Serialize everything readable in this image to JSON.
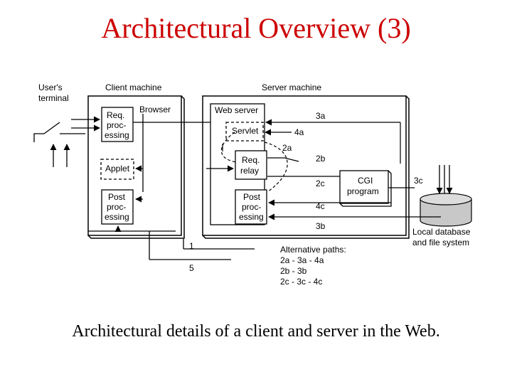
{
  "title": "Architectural Overview (3)",
  "caption": "Architectural details of a client and server in the Web.",
  "diagram": {
    "users_terminal": [
      "User's",
      "terminal"
    ],
    "client_machine": "Client machine",
    "server_machine": "Server machine",
    "browser": "Browser",
    "req_processing": [
      "Req.",
      "proc-",
      "essing"
    ],
    "applet": "Applet",
    "post_processing": [
      "Post",
      "proc-",
      "essing"
    ],
    "web_server": "Web server",
    "servlet": "Servlet",
    "req_relay": [
      "Req.",
      "relay"
    ],
    "post_processing_server": [
      "Post",
      "proc-",
      "essing"
    ],
    "cgi_program": [
      "CGI",
      "program"
    ],
    "local_database": [
      "Local database",
      "and file system"
    ],
    "labels": {
      "l1": "1",
      "l5": "5",
      "l2a": "2a",
      "l2b": "2b",
      "l2c": "2c",
      "l3a": "3a",
      "l3b": "3b",
      "l3c": "3c",
      "l4a": "4a",
      "l4c": "4c"
    },
    "alt_paths": [
      "Alternative paths:",
      "2a - 3a - 4a",
      "2b - 3b",
      "2c - 3c - 4c"
    ]
  }
}
